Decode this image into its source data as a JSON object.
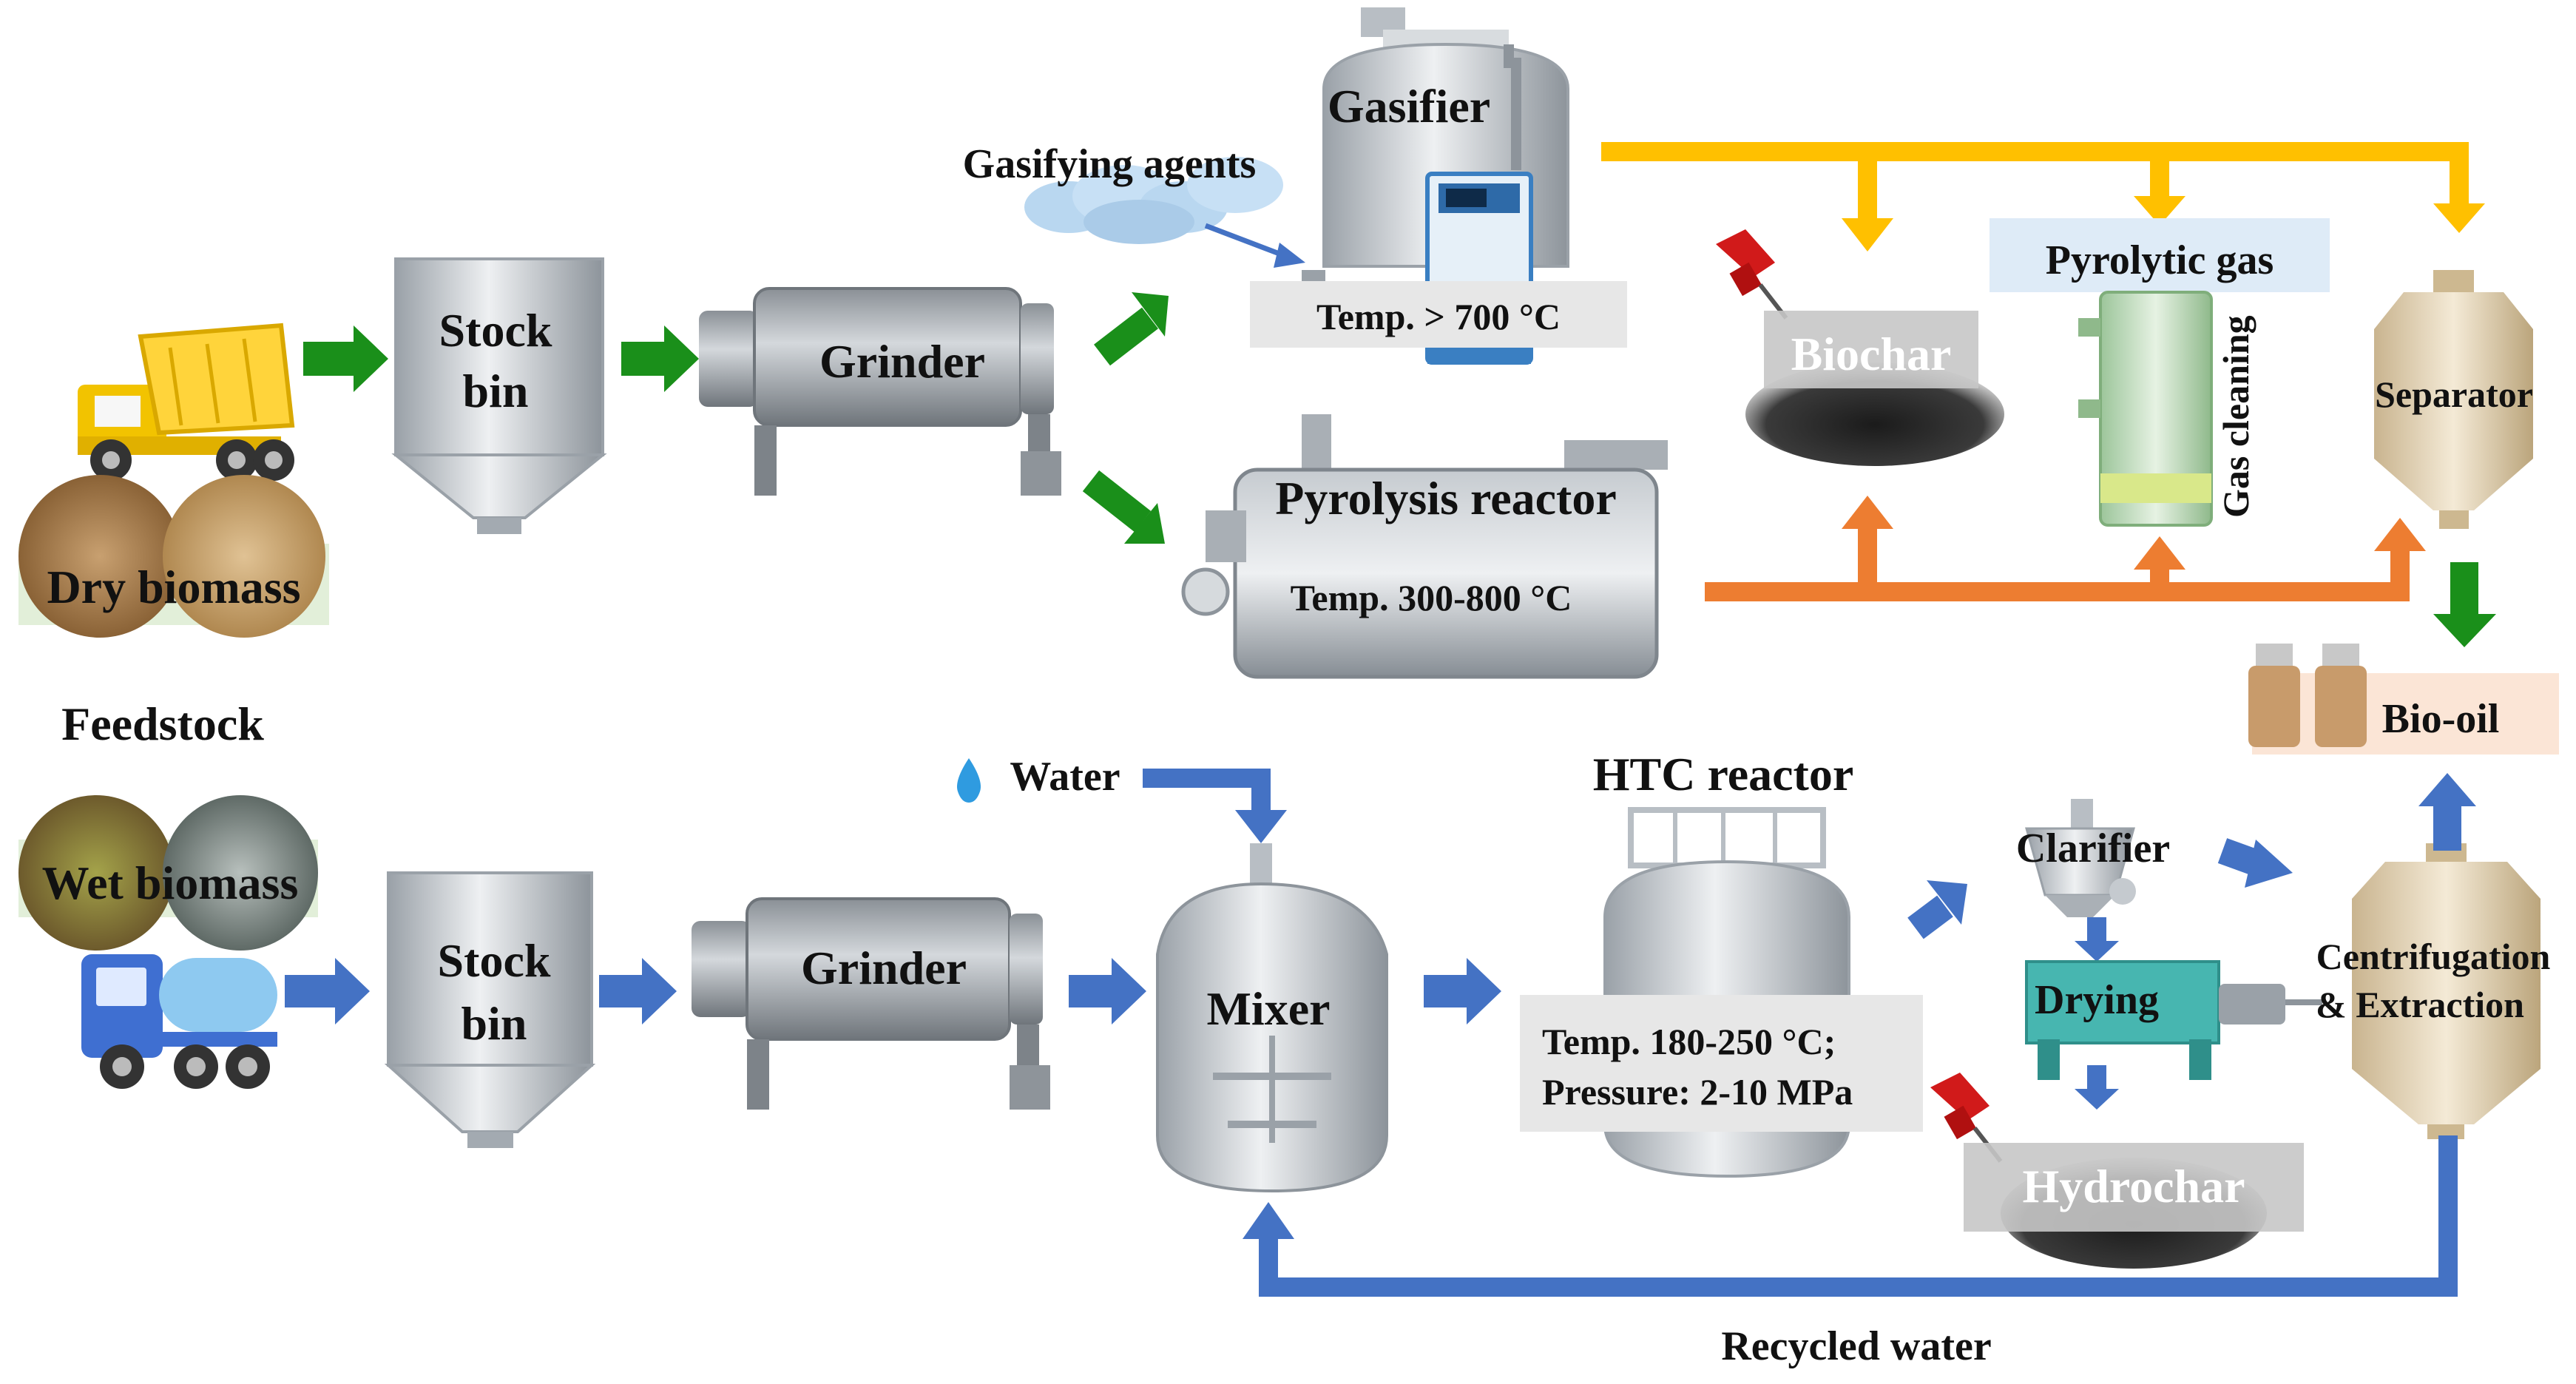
{
  "labels": {
    "feedstock": "Feedstock",
    "dry_biomass": "Dry biomass",
    "wet_biomass": "Wet biomass",
    "stock_bin_line1": "Stock",
    "stock_bin_line2": "bin",
    "grinder": "Grinder",
    "gasifier": "Gasifier",
    "gasifying_agents": "Gasifying agents",
    "gasifier_temp": "Temp. > 700 °C",
    "pyrolysis_reactor": "Pyrolysis reactor",
    "pyrolysis_temp": "Temp. 300-800 °C",
    "biochar": "Biochar",
    "pyrolytic_gas": "Pyrolytic gas",
    "gas_cleaning": "Gas cleaning",
    "separator": "Separator",
    "bio_oil": "Bio-oil",
    "water": "Water",
    "mixer": "Mixer",
    "htc_reactor": "HTC reactor",
    "htc_temp": "Temp. 180-250 °C;",
    "htc_pressure": "Pressure: 2-10 MPa",
    "clarifier": "Clarifier",
    "drying": "Drying",
    "hydrochar": "Hydrochar",
    "centrifugation_line1": "Centrifugation",
    "centrifugation_line2": "& Extraction",
    "recycled_water": "Recycled water"
  },
  "colors": {
    "dry_route_arrow": "#1a8f1a",
    "wet_route_arrow": "#4472c4",
    "gas_line": "#ffc000",
    "oil_line": "#ed7d31",
    "equipment": "#c9ced3",
    "label_box": "#e7e7e7"
  }
}
